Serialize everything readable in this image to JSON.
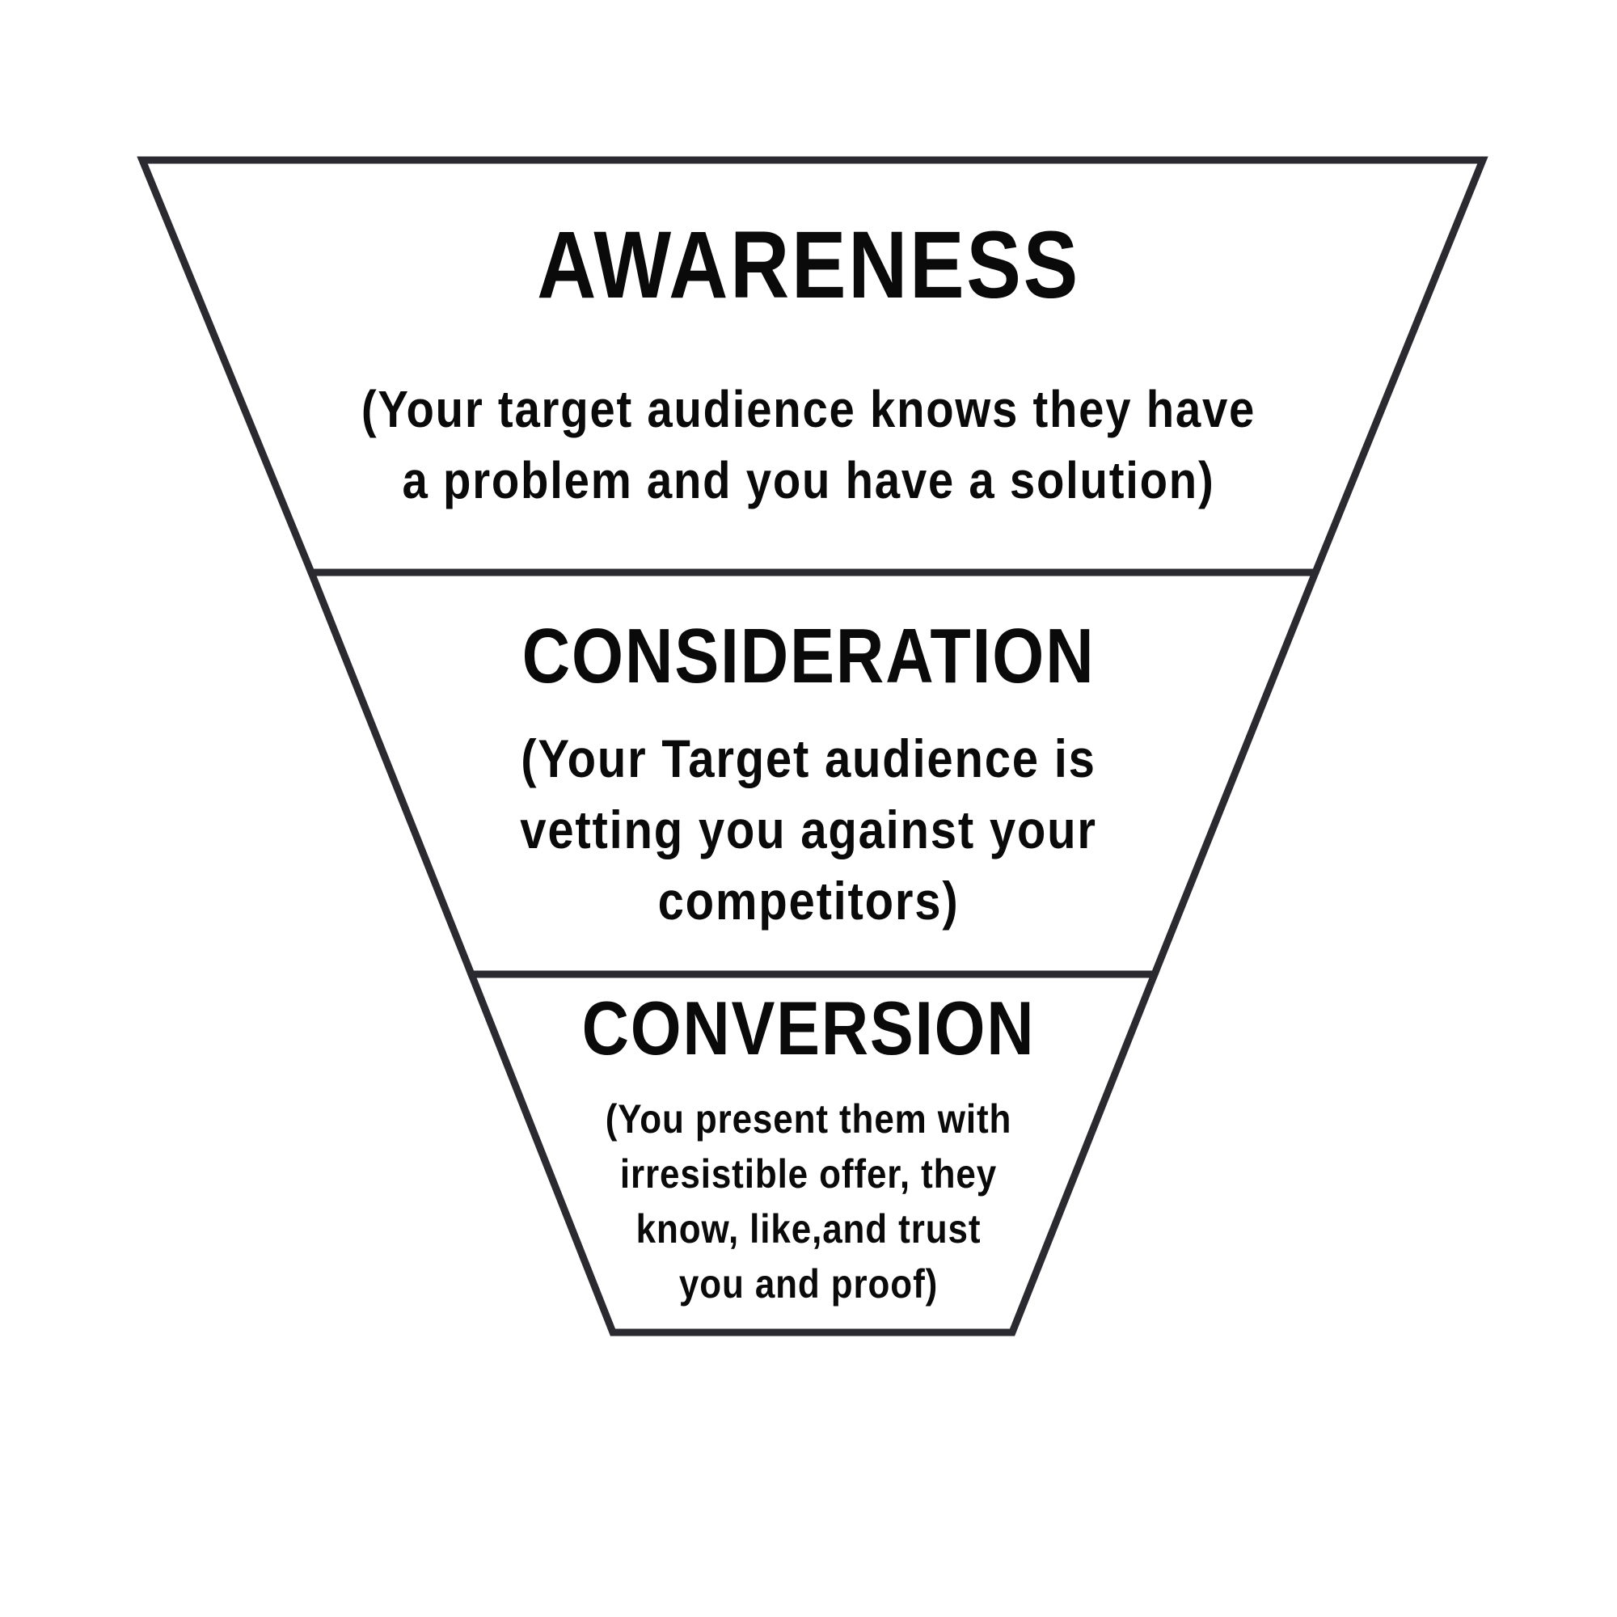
{
  "stages": [
    {
      "title": "AWARENESS",
      "description_lines": [
        "(Your target audience knows they have",
        "a problem and you have a solution)"
      ]
    },
    {
      "title": "CONSIDERATION",
      "description_lines": [
        "(Your Target audience is",
        "vetting you against your",
        "competitors)"
      ]
    },
    {
      "title": "CONVERSION",
      "description_lines": [
        "(You present them with",
        "irresistible offer, they",
        "know, like,and trust",
        "you and proof)"
      ]
    }
  ],
  "colors": {
    "outline": "#2b2a30",
    "text": "#0a0a0a",
    "background": "#ffffff"
  }
}
